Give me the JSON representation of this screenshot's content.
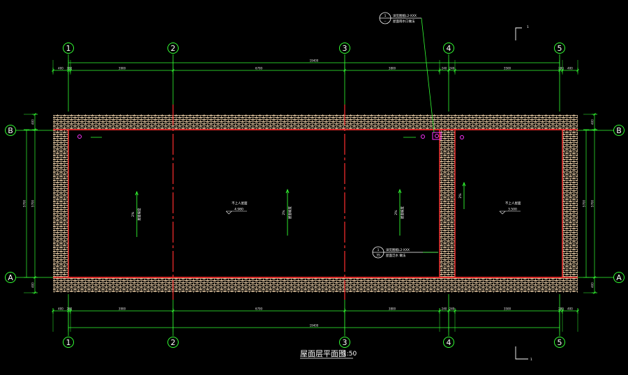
{
  "drawing_title": "屋面层平面图",
  "drawing_scale": "1:50",
  "colors": {
    "background": "#000000",
    "dimension": "#33ff33",
    "structure_red": "#ff3030",
    "tile_pattern": "#f0d2aa",
    "drain": "#ff33ff",
    "text": "#ffffff"
  },
  "axes_vertical": [
    "1",
    "2",
    "3",
    "4",
    "5"
  ],
  "axes_horizontal": [
    "B",
    "A"
  ],
  "dimensions": {
    "top_total": "19400",
    "top_segments": [
      "400",
      "280",
      "3900",
      "6700",
      "3800",
      "240",
      "240",
      "3500",
      "280",
      "400"
    ],
    "bottom_total": "19400",
    "bottom_segments": [
      "400",
      "280",
      "3900",
      "6700",
      "3800",
      "240",
      "240",
      "3500",
      "280",
      "400"
    ],
    "left_total": "5700",
    "left_segments": [
      "400",
      "5700",
      "400"
    ],
    "right_total": "5700",
    "right_segments": [
      "400",
      "5700",
      "400"
    ]
  },
  "slope_labels": [
    "2%",
    "2%",
    "2%",
    "2%"
  ],
  "slope_notes": [
    "屋面坡度",
    "屋面坡度",
    "屋面坡度"
  ],
  "roof_notes": [
    {
      "label": "不上人屋面",
      "elevation": "4.980"
    },
    {
      "label": "不上人屋面",
      "elevation": "3.500"
    }
  ],
  "callouts": [
    {
      "num": "1",
      "sheet": "--",
      "line1": "详见图纸L2-XXX",
      "line2": "屋面雨水口做法"
    },
    {
      "num": "1",
      "sheet": "35",
      "line1": "详见图纸L2-XXX",
      "line2": "屋面泛水 做法"
    }
  ],
  "corner_marks": [
    "1",
    "1"
  ]
}
